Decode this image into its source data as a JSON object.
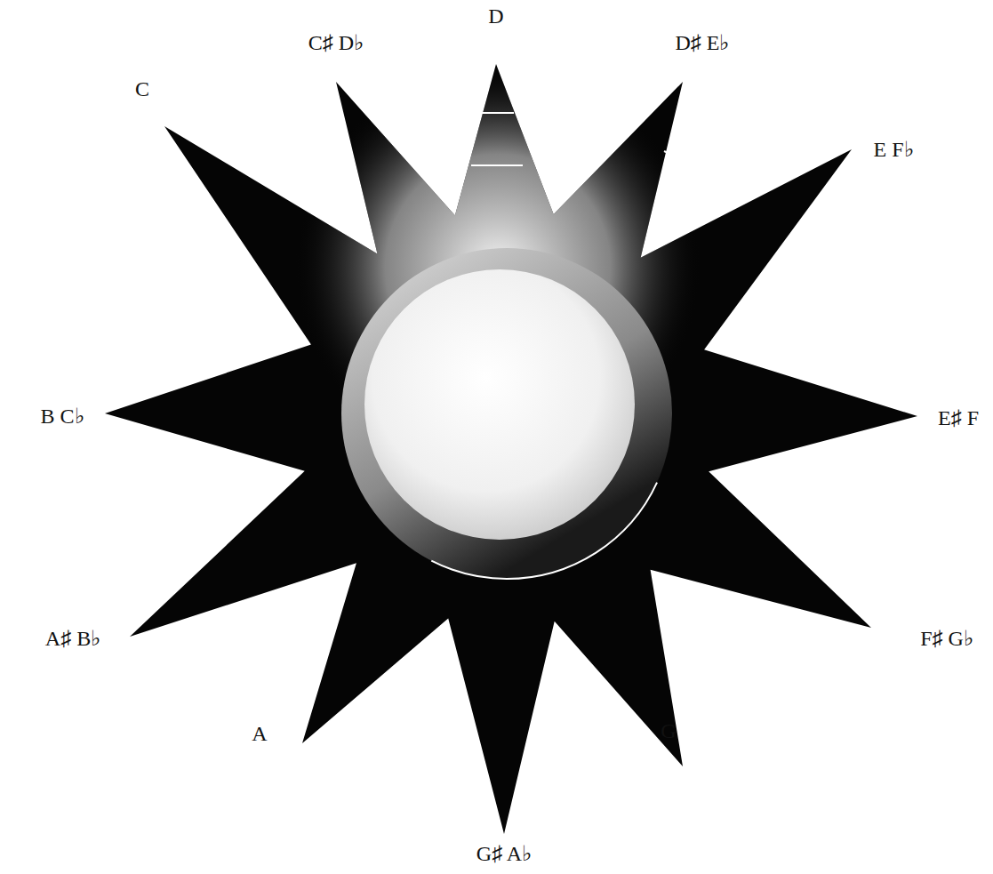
{
  "diagram": {
    "labels": [
      "D",
      "D♯ E♭",
      "E F♭",
      "E♯ F",
      "F♯ G♭",
      "G",
      "G♯ A♭",
      "A",
      "A♯ B♭",
      "B C♭",
      "C",
      "C♯ D♭"
    ]
  }
}
